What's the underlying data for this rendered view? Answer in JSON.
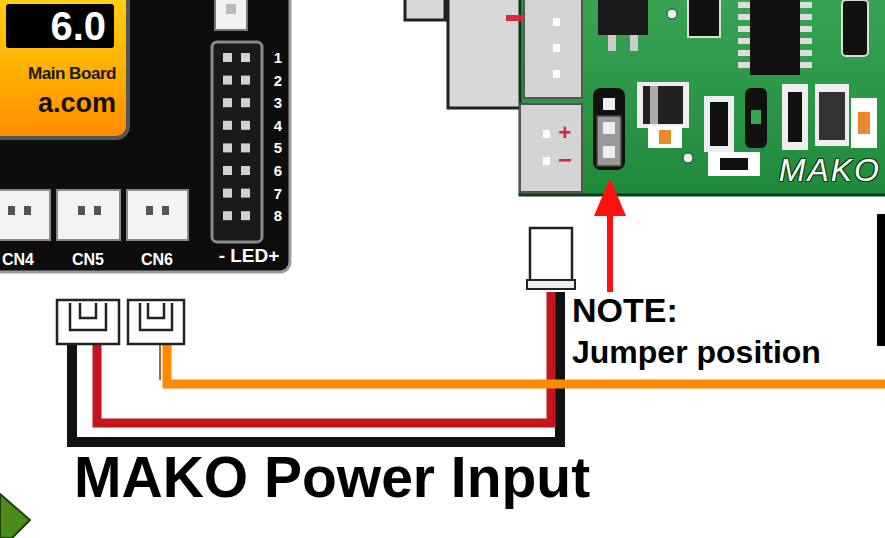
{
  "diagram": {
    "nodes": [
      {
        "text": [
          "6.0",
          "Main Board",
          "a.com"
        ]
      },
      {
        "text": [
          "MAKO"
        ]
      }
    ],
    "labels": [
      "CN4",
      "CN5",
      "CN6",
      "1",
      "2",
      "3",
      "4",
      "5",
      "6",
      "7",
      "8",
      "- LED+",
      "+",
      "−",
      "NOTE:",
      "Jumper position",
      "MAKO Power Input"
    ]
  }
}
